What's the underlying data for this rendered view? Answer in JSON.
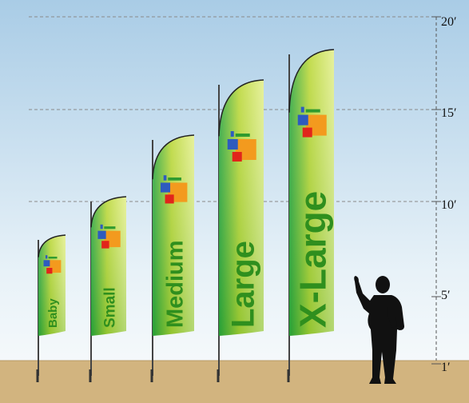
{
  "colors": {
    "sky_top": "#a9cce6",
    "sky_bottom": "#f3f8fb",
    "ground": "#d2b47f",
    "flag_light": "#e2ee8a",
    "flag_mid": "#b9d632",
    "flag_dark": "#27a43a",
    "label": "#2f8f1e",
    "logo_blue": "#2e5bbf",
    "logo_orange": "#f39a1e",
    "logo_red": "#e1251b",
    "logo_green": "#2f9b2f",
    "gridline": "#8a8a8a",
    "silhouette": "#111111"
  },
  "height_scale": {
    "ticks": [
      "20′",
      "15′",
      "10′",
      "5′",
      "1′"
    ]
  },
  "flags": [
    {
      "label": "Baby"
    },
    {
      "label": "Small"
    },
    {
      "label": "Medium"
    },
    {
      "label": "Large"
    },
    {
      "label": "X-Large"
    }
  ],
  "figure": {
    "icon": "person-pointing-silhouette"
  }
}
